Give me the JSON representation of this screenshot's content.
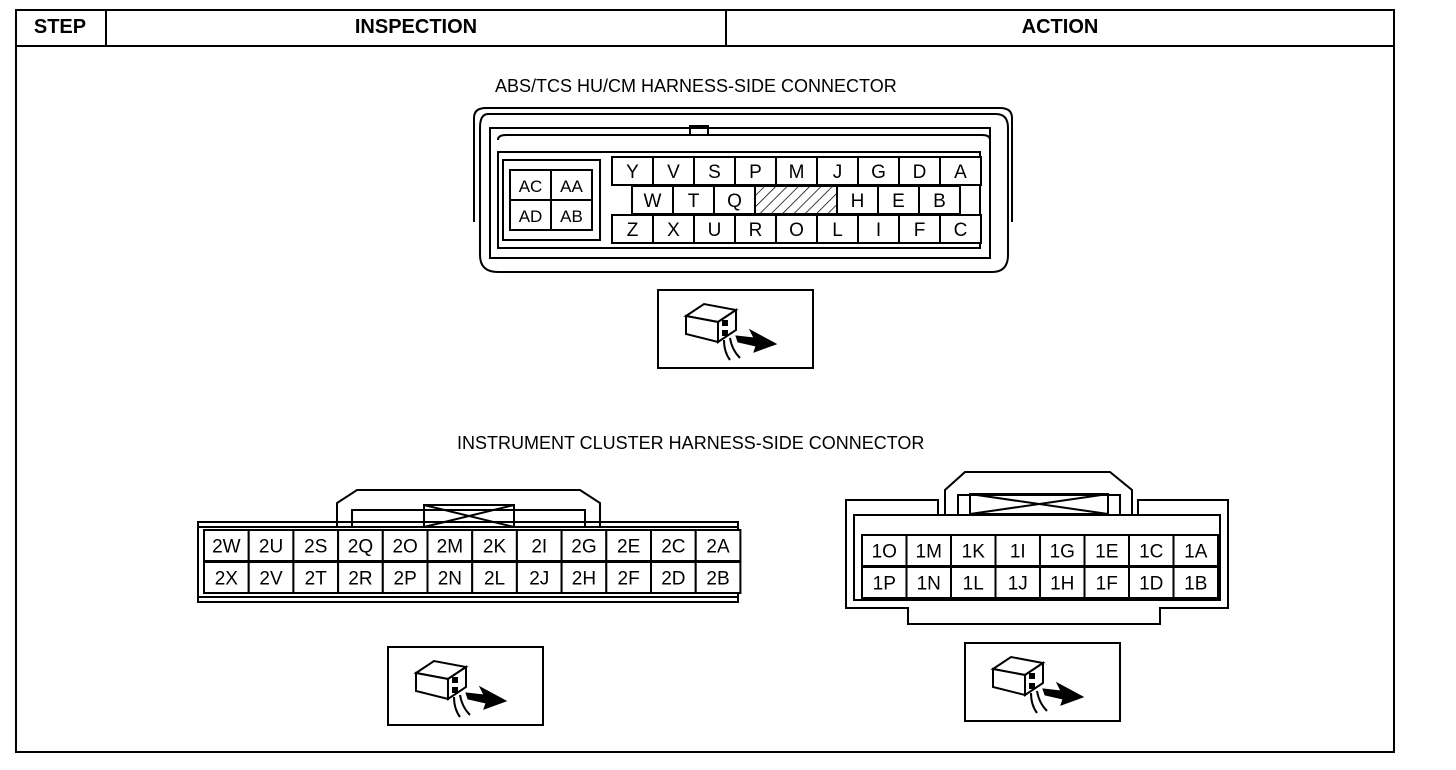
{
  "header": {
    "step": "STEP",
    "inspection": "INSPECTION",
    "action": "ACTION"
  },
  "abs": {
    "title": "ABS/TCS HU/CM HARNESS-SIDE CONNECTOR",
    "block": [
      [
        "AC",
        "AA"
      ],
      [
        "AD",
        "AB"
      ]
    ],
    "row1": [
      "Y",
      "V",
      "S",
      "P",
      "M",
      "J",
      "G",
      "D",
      "A"
    ],
    "row2": [
      "W",
      "T",
      "Q",
      "",
      "H",
      "E",
      "B"
    ],
    "row3": [
      "Z",
      "X",
      "U",
      "R",
      "O",
      "L",
      "I",
      "F",
      "C"
    ]
  },
  "cluster": {
    "title": "INSTRUMENT CLUSTER HARNESS-SIDE CONNECTOR",
    "c2_top": [
      "2W",
      "2U",
      "2S",
      "2Q",
      "2O",
      "2M",
      "2K",
      "2I",
      "2G",
      "2E",
      "2C",
      "2A"
    ],
    "c2_bot": [
      "2X",
      "2V",
      "2T",
      "2R",
      "2P",
      "2N",
      "2L",
      "2J",
      "2H",
      "2F",
      "2D",
      "2B"
    ],
    "c1_top": [
      "1O",
      "1M",
      "1K",
      "1I",
      "1G",
      "1E",
      "1C",
      "1A"
    ],
    "c1_bot": [
      "1P",
      "1N",
      "1L",
      "1J",
      "1H",
      "1F",
      "1D",
      "1B"
    ]
  },
  "icons": [
    "harness-side-connector-icon"
  ]
}
